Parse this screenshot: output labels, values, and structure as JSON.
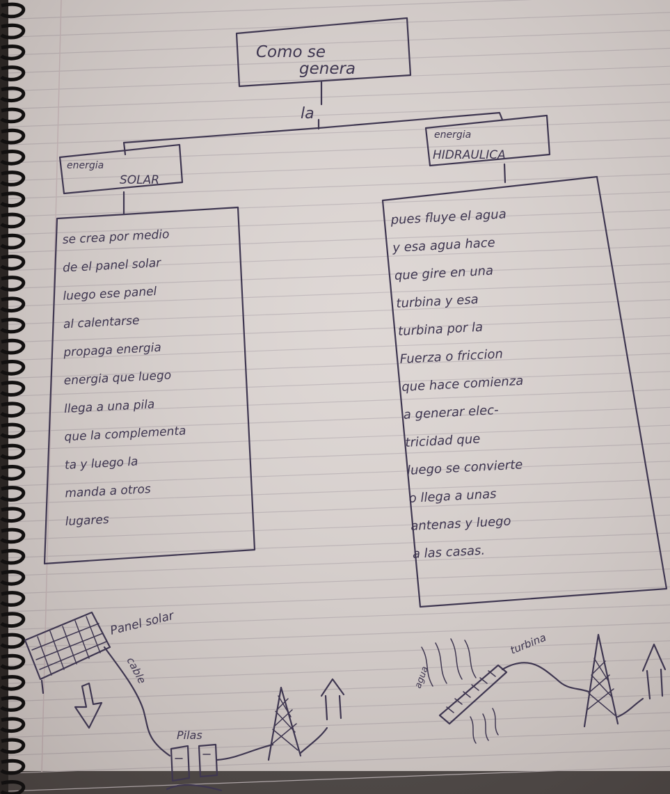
{
  "concept_map": {
    "root": {
      "line1": "Como se",
      "line2": "genera"
    },
    "connector": "la",
    "solar": {
      "title_line1": "energia",
      "title_line2": "SOLAR",
      "description": [
        "se crea por medio",
        "de el panel solar",
        "luego ese panel",
        "al calentarse",
        "propaga energia",
        "energia que luego",
        "llega a una pila",
        "que la complementa",
        "ta y luego la",
        "manda a otros",
        "lugares"
      ]
    },
    "hydro": {
      "title_line1": "energia",
      "title_line2": "HIDRAULICA",
      "description": [
        "pues fluye el agua",
        "y esa agua hace",
        "que gire en una",
        "turbina y esa",
        "turbina por la",
        "Fuerza o friccion",
        "que hace comienza",
        "a generar elec-",
        "tricidad que",
        "luego se convierte",
        "o llega a unas",
        "antenas y luego",
        "a las casas."
      ]
    }
  },
  "sketch": {
    "solar_labels": {
      "panel": "Panel solar",
      "cable": "cable",
      "battery": "Pilas"
    },
    "hydro_labels": {
      "turbine": "turbina",
      "water": "agua"
    }
  },
  "colors": {
    "ink": "#3e3650",
    "paper": "#e3dcd9",
    "rule": "#b9b0b3",
    "spine": "#121010"
  }
}
